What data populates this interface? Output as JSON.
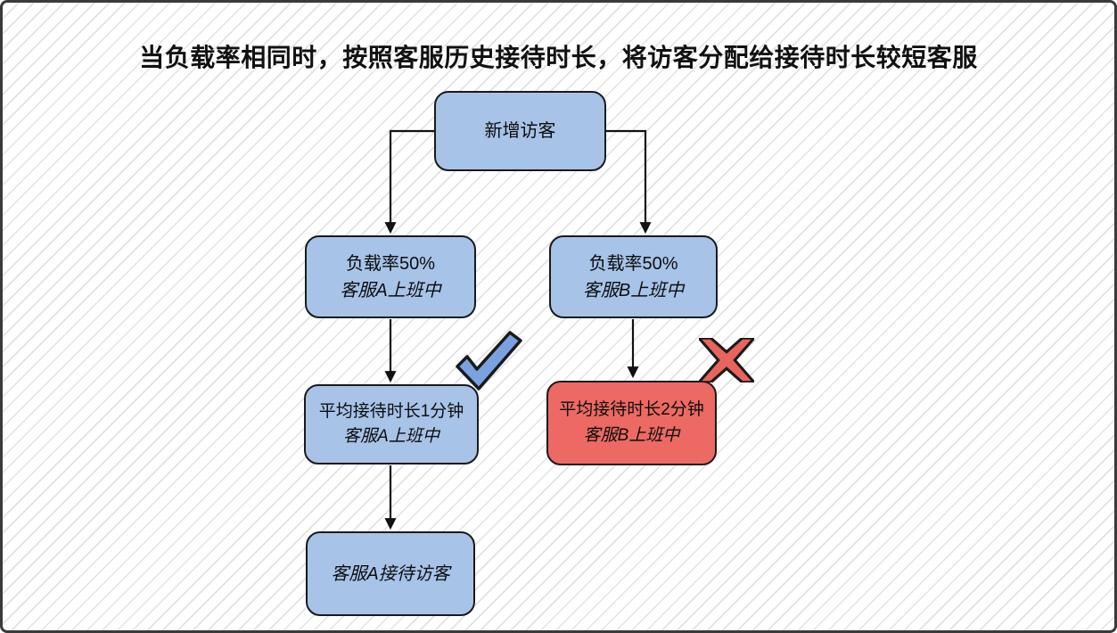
{
  "title": "当负载率相同时，按照客服历史接待时长，将访客分配给接待时长较短客服",
  "nodes": {
    "start": {
      "line1": "新增访客"
    },
    "left1": {
      "line1": "负载率50%",
      "line2": "客服A上班中"
    },
    "right1": {
      "line1": "负载率50%",
      "line2": "客服B上班中"
    },
    "left2": {
      "line1": "平均接待时长1分钟",
      "line2": "客服A上班中"
    },
    "right2": {
      "line1": "平均接待时长2分钟",
      "line2": "客服B上班中"
    },
    "left3": {
      "line1": "客服A接待访客"
    }
  },
  "icons": {
    "check": "✓",
    "cross": "✕"
  },
  "colors": {
    "node_blue": "#a7c3e8",
    "node_red": "#ec6a63",
    "node_border": "#1a1a1a",
    "check_blue": "#7aa2e0",
    "cross_red": "#e8645c",
    "connector": "#111111",
    "stripe_gray": "#e2e2e2",
    "title_text": "#111111"
  }
}
